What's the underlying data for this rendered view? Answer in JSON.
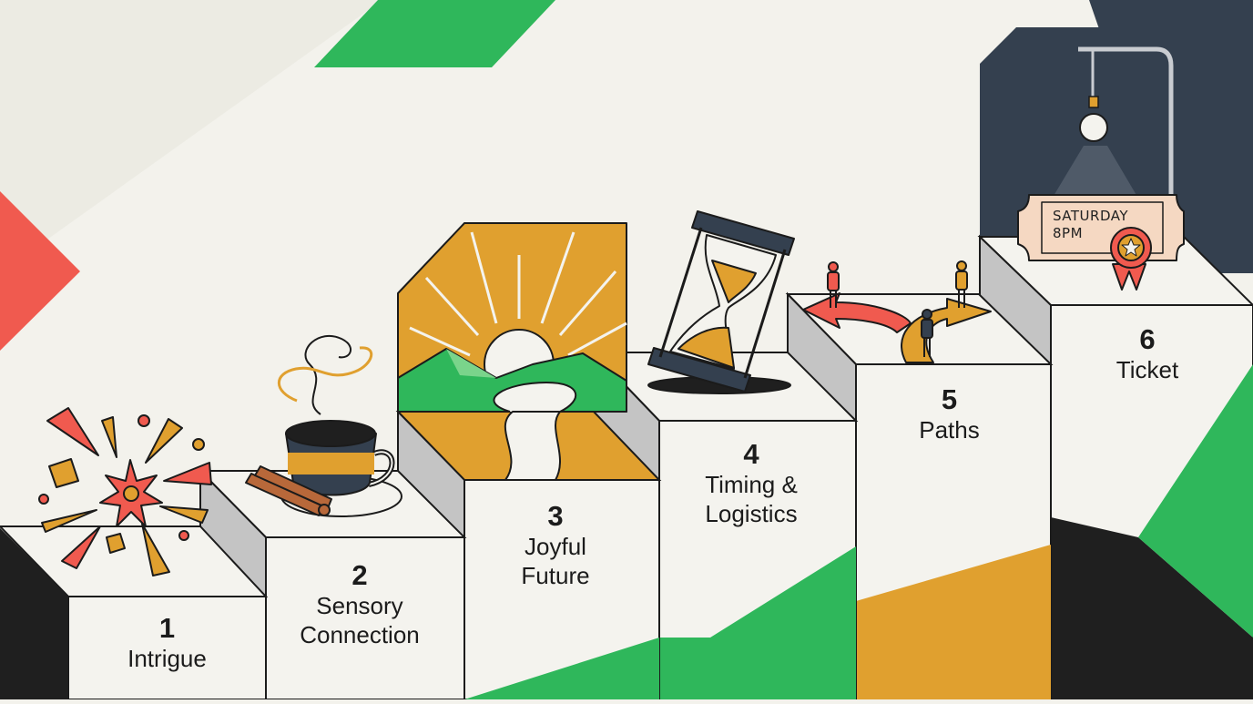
{
  "steps": [
    {
      "number": "1",
      "label": "Intrigue"
    },
    {
      "number": "2",
      "label": "Sensory Connection"
    },
    {
      "number": "3",
      "label": "Joyful Future"
    },
    {
      "number": "4",
      "label": "Timing & Logistics"
    },
    {
      "number": "5",
      "label": "Paths"
    },
    {
      "number": "6",
      "label": "Ticket"
    }
  ],
  "ticket": {
    "day": "SATURDAY",
    "time": "8PM"
  },
  "colors": {
    "background": "#f3f2ec",
    "green": "#2fb75b",
    "mustard": "#e0a02f",
    "coral": "#f05a4f",
    "navy": "#34404f",
    "black": "#1f1f1f",
    "step_face": "#f4f3ee",
    "step_side": "#c4c4c4"
  },
  "icons": [
    "explosion-icon",
    "coffee-cup-icon",
    "sunrise-landscape-icon",
    "hourglass-icon",
    "diverging-paths-icon",
    "ticket-icon",
    "street-lamp-icon"
  ]
}
